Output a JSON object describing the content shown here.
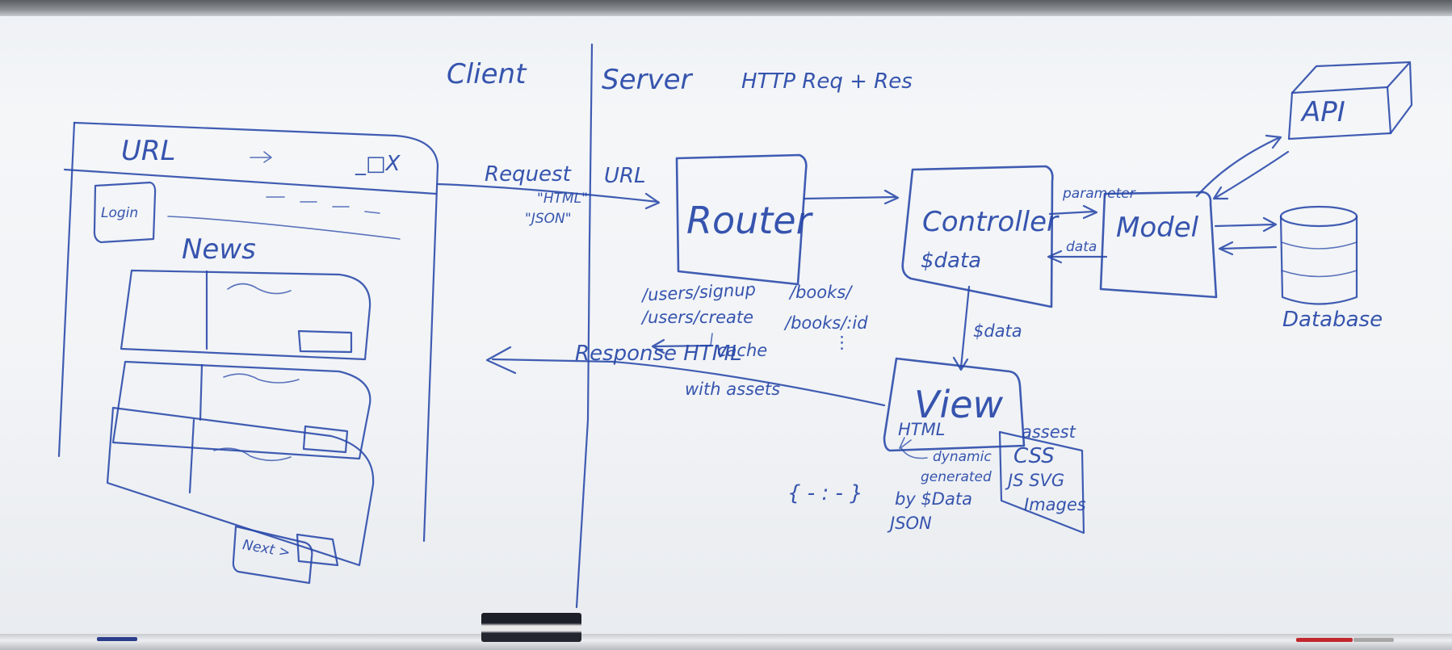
{
  "title": "",
  "sections": {
    "client_label": "Client",
    "server_label": "Server",
    "http_label": "HTTP Req + Res"
  },
  "browser": {
    "url_label": "URL",
    "arrow": "→",
    "window_controls": "_□X",
    "login_button": "Login",
    "news_heading": "News",
    "next_button": "Next >"
  },
  "request": {
    "label": "Request",
    "formats": [
      "\"HTML\"",
      "\"JSON\""
    ],
    "url_label": "URL"
  },
  "router": {
    "label": "Router",
    "routes": [
      "/users/signup",
      "/books/",
      "/users/create",
      "/books/:id"
    ],
    "ellipsis": "⋮",
    "cache_label": "cache"
  },
  "controller": {
    "label": "Controller",
    "data_var": "$data",
    "parameter_label": "parameter",
    "data_label": "data",
    "to_view_label": "$data"
  },
  "model": {
    "label": "Model"
  },
  "api": {
    "label": "API"
  },
  "database": {
    "label": "Database"
  },
  "view": {
    "label": "View",
    "html_label": "HTML",
    "dynamic_note": [
      "dynamic",
      "generated",
      "by $Data"
    ],
    "json_note": "JSON",
    "json_braces": "{ - : - }",
    "assets_label": "assest",
    "assets": [
      "CSS",
      "JS SVG",
      "Images"
    ]
  },
  "response": {
    "label": "Response HTML",
    "note": "with assets"
  },
  "colors": {
    "ink": "#2747a8",
    "board": "#f1f3f6"
  }
}
